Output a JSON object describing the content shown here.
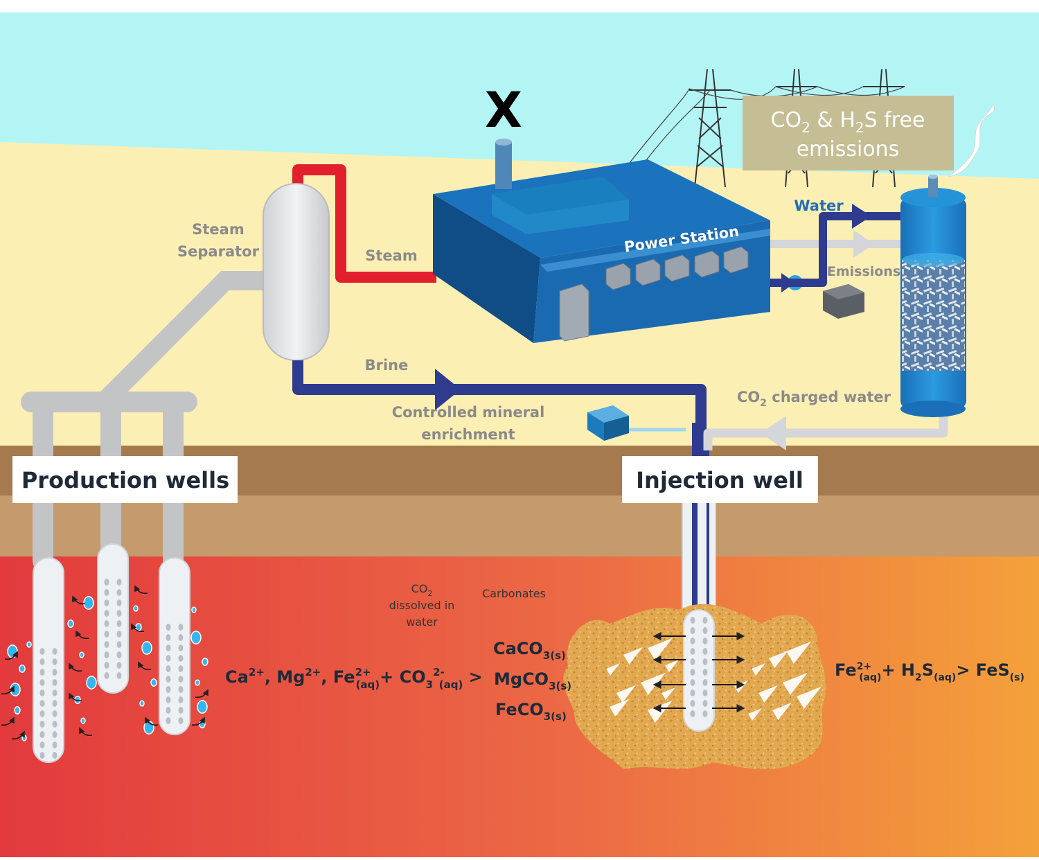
{
  "labels": {
    "x_mark": "X",
    "emissions_box_line1_a": "CO",
    "emissions_box_line1_sub": "2",
    "emissions_box_line1_b": " & H",
    "emissions_box_line1_sub2": "2",
    "emissions_box_line1_c": "S free",
    "emissions_box_line2": "emissions",
    "steam_separator_1": "Steam",
    "steam_separator_2": "Separator",
    "steam": "Steam",
    "power_station": "Power Station",
    "water": "Water",
    "emissions": "Emissions",
    "brine": "Brine",
    "controlled_1": "Controlled mineral",
    "controlled_2": "enrichment",
    "co2_charged_a": "CO",
    "co2_charged_sub": "2",
    "co2_charged_b": " charged water",
    "production_wells": "Production wells",
    "injection_well": "Injection well",
    "co2_dissolved_a": "CO",
    "co2_dissolved_sub": "2",
    "co2_dissolved_2": "dissolved in",
    "co2_dissolved_3": "water",
    "carbonates": "Carbonates"
  },
  "equations": {
    "left": {
      "ca": "Ca",
      "ca_sup": "2+",
      "sep1": ", Mg",
      "mg_sup": "2+",
      "sep2": ", Fe",
      "fe_sup": "2+",
      "fe_sub": "(aq)",
      "plus": "+ CO",
      "co_sub": "3",
      "co_sup": "2-",
      "co_sub2": "(aq)",
      "gt": " >"
    },
    "caco3": "CaCO",
    "caco3_sub": "3(s)",
    "mgco3": "MgCO",
    "mgco3_sub": "3(s)",
    "feco3": "FeCO",
    "feco3_sub": "3(s)",
    "right": {
      "fe": "Fe",
      "fe_sup": "2+",
      "fe_sub": "(aq)",
      "plus": "+ H",
      "h_sub": "2",
      "s": "S",
      "s_sub": "(aq)",
      "gt": "> FeS",
      "fes_sub": "(s)"
    }
  },
  "colors": {
    "sky": "#b3f5f5",
    "sand": "#fcefb4",
    "soil": "#a57a4e",
    "soil_light": "#c59a6c",
    "rock_left": "#e23c3c",
    "rock_right": "#f39c3c",
    "steam_pipe": "#e21f2d",
    "brine_pipe": "#2e3b8f",
    "gray_pipe": "#c3c4c6",
    "building": "#1b6ab5",
    "label_box": "#c5bd94"
  }
}
